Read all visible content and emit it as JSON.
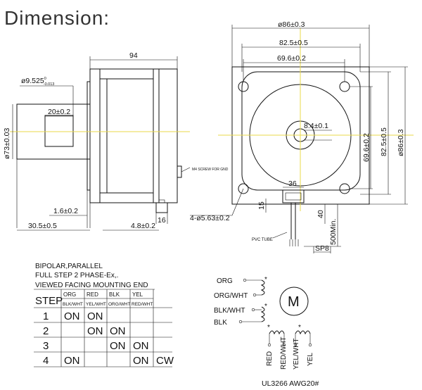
{
  "title": "Dimension:",
  "side_view": {
    "length": "94",
    "shaft_dia_base": "ø9.525",
    "shaft_tol_upper": "0",
    "shaft_tol_lower": "-0.013",
    "flat": "20±0.2",
    "pilot_dia": "ø73±0.03",
    "shoulder": "1.6±0.2",
    "shaft_length": "30.5±0.5",
    "flange": "4.8±0.2",
    "connector": "16",
    "screw_note": "M4 SCREW FOR GND"
  },
  "front_view": {
    "overall_width": "ø86±0.3",
    "hole_spacing_outer": "82.5±0.5",
    "hole_spacing": "69.6±0.2",
    "hub_dia": "8.4±0.1",
    "height_hole_spacing": "69.6±0.2",
    "height_outer": "82.5±0.5",
    "height_overall": "ø86±0.3",
    "mount_holes": "4-ø5.63±0.2",
    "connector_width": "36",
    "connector_height": "15",
    "lead_offset": "40",
    "lead_length": "500Min.",
    "pvc_tube": "PVC TUBE",
    "strip": "SP8"
  },
  "wiring_table": {
    "caption_line1": "BIPOLAR,PARALLEL",
    "caption_line2": "FULL STEP 2 PHASE-Ex,.",
    "caption_line3": "VIEWED FACING MOUNTING END",
    "step_header": "STEP",
    "columns": [
      {
        "top": "ORG",
        "bottom": "BLK/WHT"
      },
      {
        "top": "RED",
        "bottom": "YEL/WHT"
      },
      {
        "top": "BLK",
        "bottom": "ORG/WHT"
      },
      {
        "top": "YEL",
        "bottom": "RED/WHT"
      }
    ],
    "rows": [
      {
        "step": "1",
        "cells": [
          "ON",
          "ON",
          "",
          ""
        ]
      },
      {
        "step": "2",
        "cells": [
          "",
          "ON",
          "ON",
          ""
        ]
      },
      {
        "step": "3",
        "cells": [
          "",
          "",
          "ON",
          "ON"
        ]
      },
      {
        "step": "4",
        "cells": [
          "ON",
          "",
          "",
          "ON"
        ]
      }
    ],
    "direction": "CW"
  },
  "schematic": {
    "left_wires": [
      "ORG",
      "ORG/WHT",
      "BLK/WHT",
      "BLK"
    ],
    "bottom_wires": [
      "RED",
      "RED/WHT",
      "YEL/WHT",
      "YEL"
    ],
    "motor_label": "M",
    "star": "*",
    "cable_spec": "UL3266  AWG20#"
  }
}
